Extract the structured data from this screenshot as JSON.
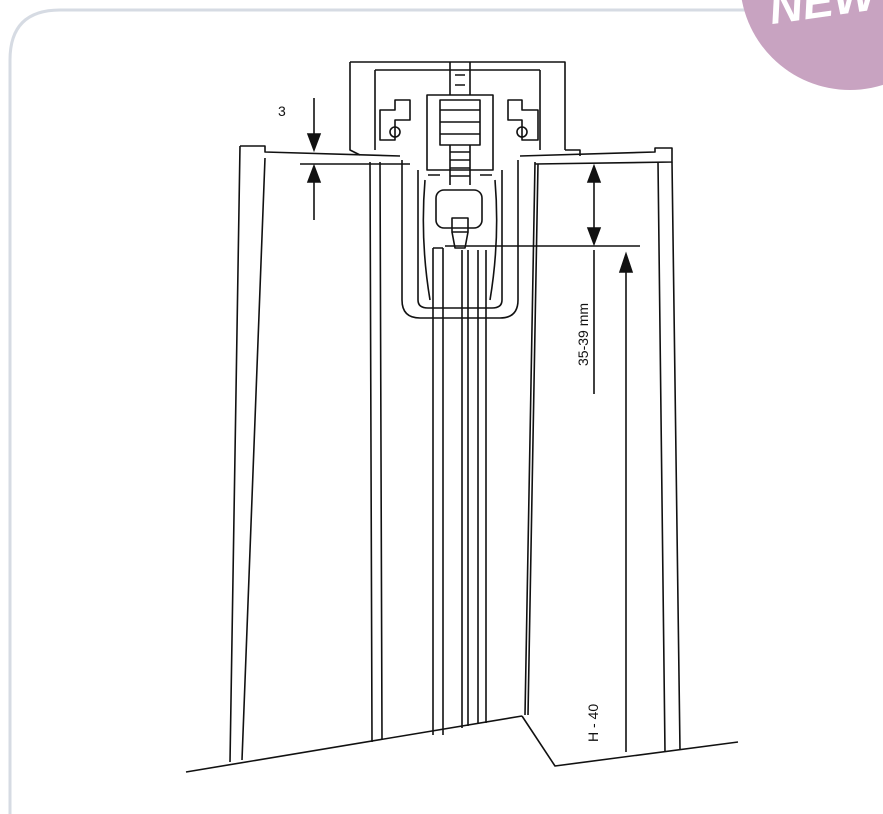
{
  "badge": {
    "label": "NEW",
    "color": "#c8a3c1"
  },
  "frame": {
    "border_color": "#d6dbe3"
  },
  "dimensions": {
    "gap_label": "3",
    "insertion_label": "35-39 mm",
    "height_label": "H - 40"
  }
}
